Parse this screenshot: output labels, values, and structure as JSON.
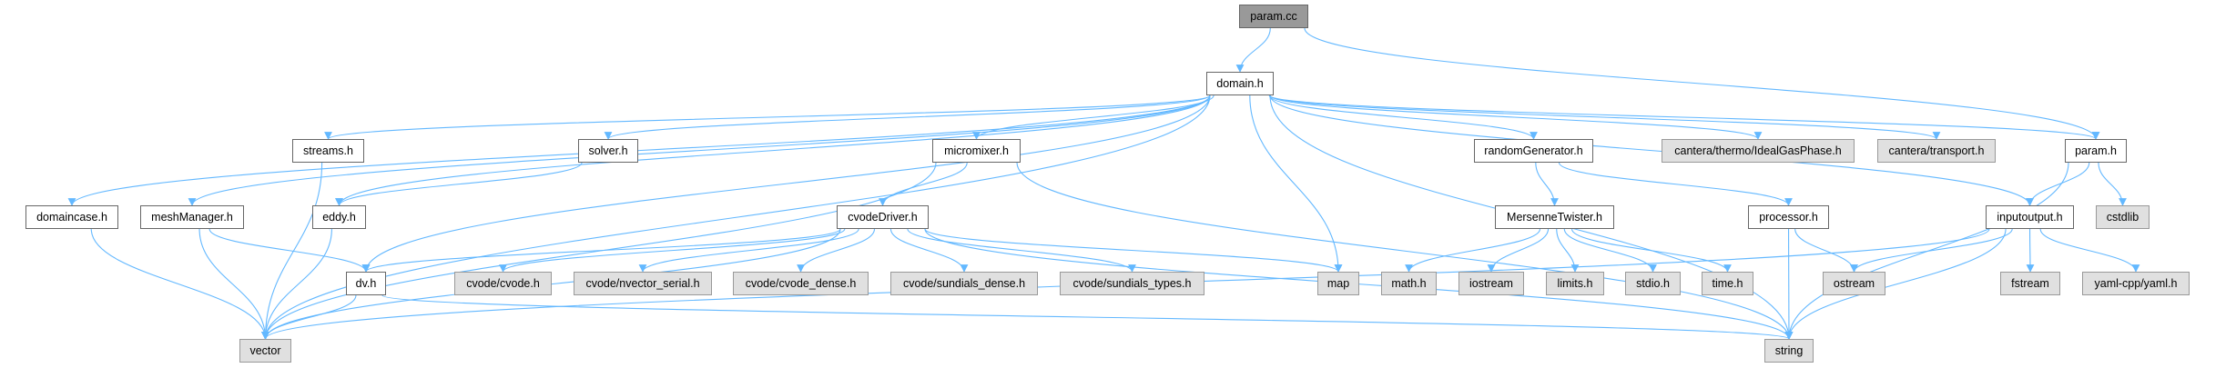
{
  "graph": {
    "title": "param.cc",
    "colors": {
      "edge": "#63b8ff",
      "root_fill": "#999999",
      "external_fill": "#e0e0e0",
      "node_border": "#666666"
    },
    "nodes": [
      {
        "id": "param_cc",
        "label": "param.cc",
        "kind": "root"
      },
      {
        "id": "domain_h",
        "label": "domain.h",
        "kind": "local"
      },
      {
        "id": "streams_h",
        "label": "streams.h",
        "kind": "local"
      },
      {
        "id": "solver_h",
        "label": "solver.h",
        "kind": "local"
      },
      {
        "id": "micromixer_h",
        "label": "micromixer.h",
        "kind": "local"
      },
      {
        "id": "randomGenerator_h",
        "label": "randomGenerator.h",
        "kind": "local"
      },
      {
        "id": "idealgas_h",
        "label": "cantera/thermo/IdealGasPhase.h",
        "kind": "external"
      },
      {
        "id": "transport_h",
        "label": "cantera/transport.h",
        "kind": "external"
      },
      {
        "id": "param_h",
        "label": "param.h",
        "kind": "local"
      },
      {
        "id": "domaincase_h",
        "label": "domaincase.h",
        "kind": "local"
      },
      {
        "id": "meshManager_h",
        "label": "meshManager.h",
        "kind": "local"
      },
      {
        "id": "eddy_h",
        "label": "eddy.h",
        "kind": "local"
      },
      {
        "id": "cvodeDriver_h",
        "label": "cvodeDriver.h",
        "kind": "local"
      },
      {
        "id": "MersenneTwister_h",
        "label": "MersenneTwister.h",
        "kind": "local"
      },
      {
        "id": "processor_h",
        "label": "processor.h",
        "kind": "local"
      },
      {
        "id": "inputoutput_h",
        "label": "inputoutput.h",
        "kind": "local"
      },
      {
        "id": "cstdlib",
        "label": "cstdlib",
        "kind": "external"
      },
      {
        "id": "dv_h",
        "label": "dv.h",
        "kind": "local"
      },
      {
        "id": "cvode_h",
        "label": "cvode/cvode.h",
        "kind": "external"
      },
      {
        "id": "nvector_h",
        "label": "cvode/nvector_serial.h",
        "kind": "external"
      },
      {
        "id": "cvode_dense_h",
        "label": "cvode/cvode_dense.h",
        "kind": "external"
      },
      {
        "id": "sundials_dense_h",
        "label": "cvode/sundials_dense.h",
        "kind": "external"
      },
      {
        "id": "sundials_types_h",
        "label": "cvode/sundials_types.h",
        "kind": "external"
      },
      {
        "id": "map",
        "label": "map",
        "kind": "external"
      },
      {
        "id": "math_h",
        "label": "math.h",
        "kind": "external"
      },
      {
        "id": "iostream",
        "label": "iostream",
        "kind": "external"
      },
      {
        "id": "limits_h",
        "label": "limits.h",
        "kind": "external"
      },
      {
        "id": "stdio_h",
        "label": "stdio.h",
        "kind": "external"
      },
      {
        "id": "time_h",
        "label": "time.h",
        "kind": "external"
      },
      {
        "id": "ostream",
        "label": "ostream",
        "kind": "external"
      },
      {
        "id": "fstream",
        "label": "fstream",
        "kind": "external"
      },
      {
        "id": "yaml_h",
        "label": "yaml-cpp/yaml.h",
        "kind": "external"
      },
      {
        "id": "vector",
        "label": "vector",
        "kind": "external"
      },
      {
        "id": "string",
        "label": "string",
        "kind": "external"
      }
    ],
    "edges": [
      [
        "param_cc",
        "domain_h"
      ],
      [
        "param_cc",
        "param_h"
      ],
      [
        "domain_h",
        "vector"
      ],
      [
        "domain_h",
        "domaincase_h"
      ],
      [
        "domain_h",
        "meshManager_h"
      ],
      [
        "domain_h",
        "streams_h"
      ],
      [
        "domain_h",
        "eddy_h"
      ],
      [
        "domain_h",
        "solver_h"
      ],
      [
        "domain_h",
        "dv_h"
      ],
      [
        "domain_h",
        "micromixer_h"
      ],
      [
        "domain_h",
        "map"
      ],
      [
        "domain_h",
        "randomGenerator_h"
      ],
      [
        "domain_h",
        "idealgas_h"
      ],
      [
        "domain_h",
        "transport_h"
      ],
      [
        "domain_h",
        "param_h"
      ],
      [
        "domain_h",
        "inputoutput_h"
      ],
      [
        "domain_h",
        "string"
      ],
      [
        "streams_h",
        "vector"
      ],
      [
        "solver_h",
        "eddy_h"
      ],
      [
        "eddy_h",
        "vector"
      ],
      [
        "domaincase_h",
        "vector"
      ],
      [
        "meshManager_h",
        "vector"
      ],
      [
        "meshManager_h",
        "dv_h"
      ],
      [
        "dv_h",
        "vector"
      ],
      [
        "dv_h",
        "string"
      ],
      [
        "micromixer_h",
        "cvodeDriver_h"
      ],
      [
        "micromixer_h",
        "vector"
      ],
      [
        "micromixer_h",
        "string"
      ],
      [
        "cvodeDriver_h",
        "dv_h"
      ],
      [
        "cvodeDriver_h",
        "vector"
      ],
      [
        "cvodeDriver_h",
        "cvode_h"
      ],
      [
        "cvodeDriver_h",
        "nvector_h"
      ],
      [
        "cvodeDriver_h",
        "cvode_dense_h"
      ],
      [
        "cvodeDriver_h",
        "sundials_dense_h"
      ],
      [
        "cvodeDriver_h",
        "sundials_types_h"
      ],
      [
        "cvodeDriver_h",
        "map"
      ],
      [
        "cvodeDriver_h",
        "string"
      ],
      [
        "randomGenerator_h",
        "MersenneTwister_h"
      ],
      [
        "randomGenerator_h",
        "processor_h"
      ],
      [
        "MersenneTwister_h",
        "math_h"
      ],
      [
        "MersenneTwister_h",
        "iostream"
      ],
      [
        "MersenneTwister_h",
        "limits_h"
      ],
      [
        "MersenneTwister_h",
        "stdio_h"
      ],
      [
        "MersenneTwister_h",
        "time_h"
      ],
      [
        "processor_h",
        "string"
      ],
      [
        "processor_h",
        "ostream"
      ],
      [
        "param_h",
        "inputoutput_h"
      ],
      [
        "param_h",
        "cstdlib"
      ],
      [
        "param_h",
        "string"
      ],
      [
        "inputoutput_h",
        "ostream"
      ],
      [
        "inputoutput_h",
        "vector"
      ],
      [
        "inputoutput_h",
        "fstream"
      ],
      [
        "inputoutput_h",
        "yaml_h"
      ],
      [
        "inputoutput_h",
        "string"
      ]
    ]
  }
}
